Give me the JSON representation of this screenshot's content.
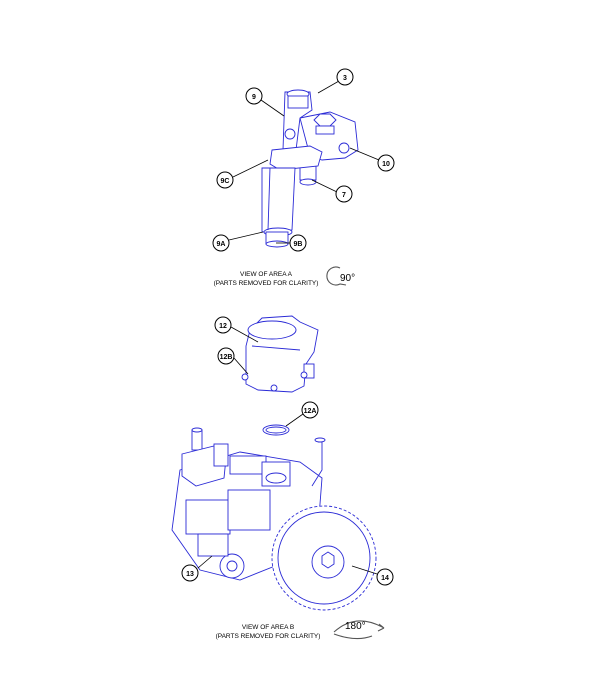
{
  "view_a": {
    "caption_line1": "VIEW OF AREA A",
    "caption_line2": "(PARTS REMOVED FOR CLARITY)",
    "rotation": "90°",
    "callouts": [
      "3",
      "9",
      "10",
      "9C",
      "7",
      "9A",
      "9B"
    ]
  },
  "view_b": {
    "caption_line1": "VIEW OF AREA B",
    "caption_line2": "(PARTS REMOVED FOR CLARITY)",
    "rotation": "180°",
    "callouts": [
      "12",
      "12B",
      "12A",
      "13",
      "14"
    ]
  },
  "colors": {
    "line": "#2b2bd6",
    "leader": "#000000"
  }
}
